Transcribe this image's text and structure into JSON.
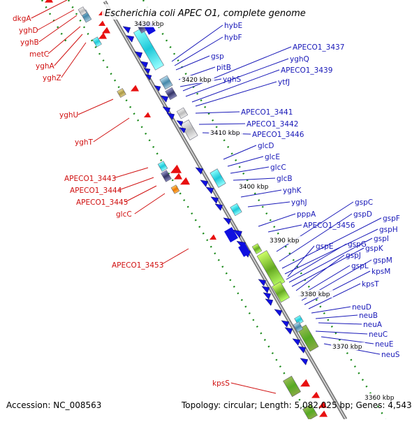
{
  "title": "Escherichia coli APEC O1, complete genome",
  "footer": {
    "accession": "Accession: NC_008563",
    "topology": "Topology: circular; Length: 5,082,025 bp; Genes: 4,543"
  },
  "colors": {
    "backbone": "#8c8c8c",
    "left_label": "#d01010",
    "right_label": "#1818b8",
    "dots": "#1a8a1a",
    "arrow": "#1010e0",
    "red_arrow": "#e81010"
  },
  "ticks": [
    "3430 kbp",
    "3420 kbp",
    "3410 kbp",
    "3400 kbp",
    "3390 kbp",
    "3380 kbp",
    "3370 kbp",
    "3360 kbp"
  ],
  "left_labels": [
    "dkgA",
    "yghD",
    "yghB",
    "metC",
    "yghA",
    "yghZ",
    "yghU",
    "yghT",
    "APECO1_3443",
    "APECO1_3444",
    "APECO1_3445",
    "glcC",
    "APECO1_3453",
    "kpsS"
  ],
  "right_labels": [
    "hybE",
    "hybF",
    "gsp",
    "pitB",
    "yghS",
    "APECO1_3437",
    "yghQ",
    "APECO1_3439",
    "ytfJ",
    "APECO1_3441",
    "APECO1_3442",
    "APECO1_3446",
    "glcD",
    "glcE",
    "glcC",
    "glcB",
    "yghK",
    "yghJ",
    "pppA",
    "APECO1_3456",
    "gspC",
    "gspD",
    "gspF",
    "gspH",
    "gspE",
    "gspG",
    "gspI",
    "gspK",
    "gspJ",
    "gspL",
    "gspM",
    "kpsM",
    "kpsT",
    "neuD",
    "neuB",
    "neuA",
    "neuC",
    "neuE",
    "neuS"
  ]
}
